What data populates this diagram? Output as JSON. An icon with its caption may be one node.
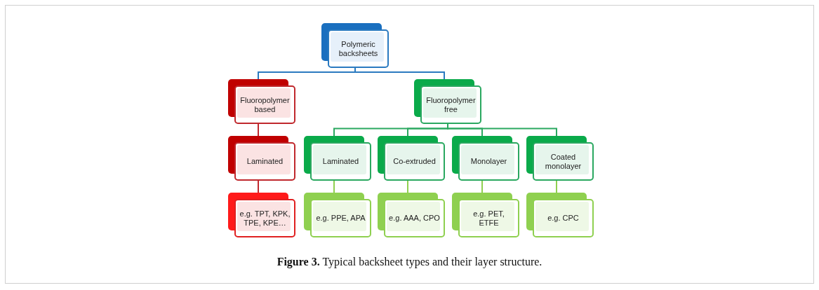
{
  "diagram": {
    "caption": "**Figure 3.** Typical backsheet types and their layer structure.",
    "nodes": [
      {
        "text": [
          "Polymeric backsheets"
        ]
      },
      {
        "text": [
          "Fluoropolymer based"
        ]
      },
      {
        "text": [
          "Fluoropolymer free"
        ]
      },
      {
        "text": [
          "Laminated"
        ]
      },
      {
        "text": [
          "Laminated"
        ]
      },
      {
        "text": [
          "Co-extruded"
        ]
      },
      {
        "text": [
          "Monolayer"
        ]
      },
      {
        "text": [
          "Coated monolayer"
        ]
      },
      {
        "text": [
          "e.g. TPT, KPK, TPE, KPE…"
        ]
      },
      {
        "text": [
          "e.g. PPE, APA"
        ]
      },
      {
        "text": [
          "e.g. AAA, CPO"
        ]
      },
      {
        "text": [
          "e.g. PET, ETFE"
        ]
      },
      {
        "text": [
          "e.g. CPC"
        ]
      }
    ],
    "edges": [
      {
        "from": 0,
        "to": 1,
        "arrow": "none",
        "color": "#2a7ac0"
      },
      {
        "from": 0,
        "to": 2,
        "arrow": "none",
        "color": "#2a7ac0"
      },
      {
        "from": 1,
        "to": 3,
        "arrow": "none",
        "color": "#c0282d"
      },
      {
        "from": 2,
        "to": 4,
        "arrow": "none"
      },
      {
        "from": 2,
        "to": 5,
        "arrow": "none"
      },
      {
        "from": 2,
        "to": 6,
        "arrow": "none"
      },
      {
        "from": 2,
        "to": 7,
        "arrow": "none"
      },
      {
        "from": 3,
        "to": 8,
        "arrow": "none",
        "color": "#c0282d"
      },
      {
        "from": 4,
        "to": 9,
        "arrow": "none",
        "color": "#8fd050"
      },
      {
        "from": 5,
        "to": 10,
        "arrow": "none",
        "color": "#8fd050"
      },
      {
        "from": 6,
        "to": 11,
        "arrow": "none",
        "color": "#8fd050"
      },
      {
        "from": 7,
        "to": 12,
        "arrow": "none",
        "color": "#8fd050"
      }
    ]
  }
}
